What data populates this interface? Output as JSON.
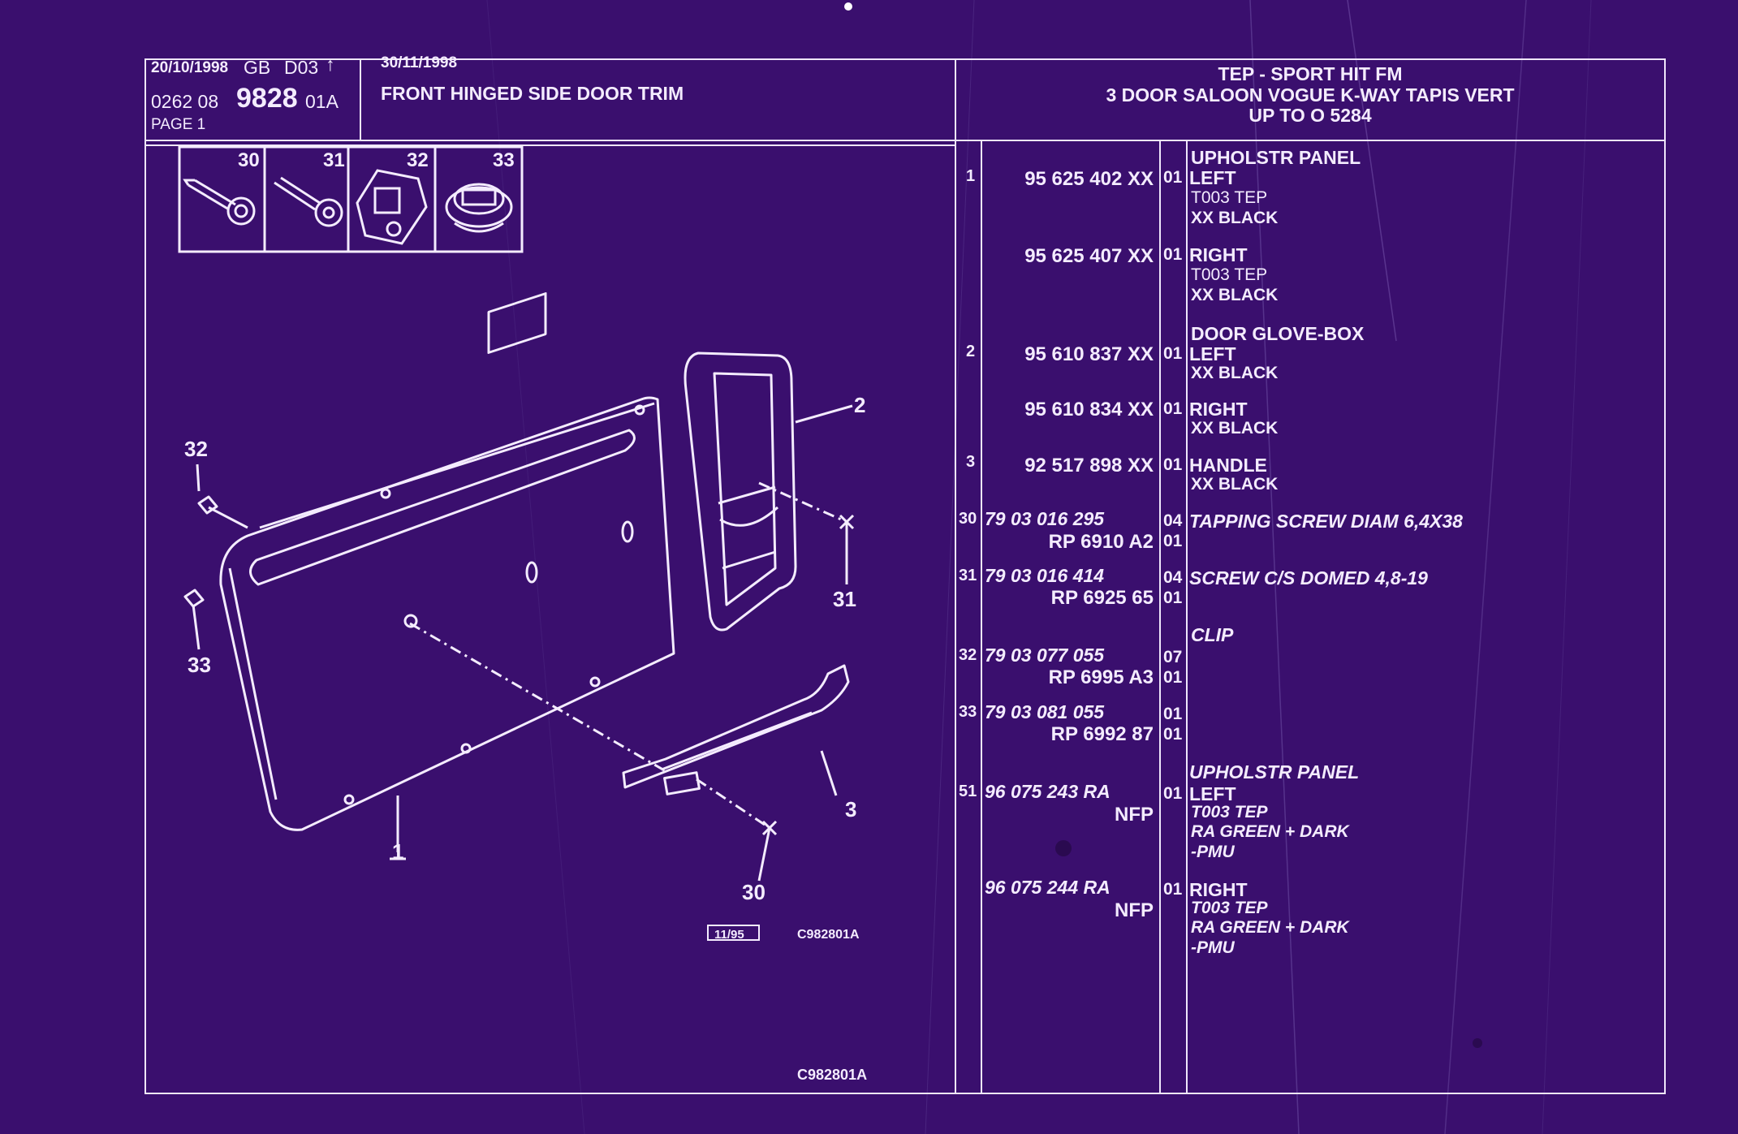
{
  "header": {
    "date1": "20/10/1998",
    "lang": "GB",
    "code": "D03",
    "arrow": "↑",
    "ref_prefix": "0262  08",
    "ref_big": "9828",
    "ref_suffix": "01A",
    "page": "PAGE  1",
    "date2": "30/11/1998",
    "title": "FRONT HINGED SIDE DOOR TRIM",
    "model_line1": "TEP - SPORT HIT FM",
    "model_line2": "3 DOOR SALOON VOGUE K-WAY TAPIS VERT",
    "model_line3": "UP  TO  O   5284"
  },
  "thumbnails": [
    "30",
    "31",
    "32",
    "33"
  ],
  "callouts": {
    "c1": "1",
    "c2": "2",
    "c3": "3",
    "c30": "30",
    "c31": "31",
    "c32": "32",
    "c33": "33",
    "edition": "11/95",
    "drawing_ref": "C982801A",
    "footer_ref": "C982801A"
  },
  "parts": {
    "r1_ref": "1",
    "r1_pn": "95 625 402 XX",
    "r1_qty": "01",
    "r1_h": "UPHOLSTR PANEL",
    "r1_d": "LEFT",
    "r1_l1": "T003 TEP",
    "r1_l2": "XX BLACK",
    "r1b_pn": "95 625 407 XX",
    "r1b_qty": "01",
    "r1b_d": "RIGHT",
    "r1b_l1": "T003 TEP",
    "r1b_l2": "XX BLACK",
    "r2_h": "DOOR GLOVE-BOX",
    "r2_ref": "2",
    "r2_pn": "95 610 837 XX",
    "r2_qty": "01",
    "r2_d": "LEFT",
    "r2_l1": "XX BLACK",
    "r2b_pn": "95 610 834 XX",
    "r2b_qty": "01",
    "r2b_d": "RIGHT",
    "r2b_l1": "XX BLACK",
    "r3_ref": "3",
    "r3_pn": "92 517 898 XX",
    "r3_qty": "01",
    "r3_d": "HANDLE",
    "r3_l1": "XX BLACK",
    "r30_ref": "30",
    "r30_pn": "79 03 016 295",
    "r30_qty": "04",
    "r30_d": "TAPPING SCREW DIAM 6,4X38",
    "r30_rp": "RP  6910 A2",
    "r30_qty2": "01",
    "r31_ref": "31",
    "r31_pn": "79 03 016 414",
    "r31_qty": "04",
    "r31_d": "SCREW C/S DOMED 4,8-19",
    "r31_rp": "RP  6925 65",
    "r31_qty2": "01",
    "r32_h": "CLIP",
    "r32_ref": "32",
    "r32_pn": "79 03 077 055",
    "r32_qty": "07",
    "r32_rp": "RP  6995 A3",
    "r32_qty2": "01",
    "r33_ref": "33",
    "r33_pn": "79 03 081 055",
    "r33_qty": "01",
    "r33_rp": "RP  6992 87",
    "r33_qty2": "01",
    "r51_h": "UPHOLSTR PANEL",
    "r51_ref": "51",
    "r51_pn": "96 075 243 RA",
    "r51_qty": "01",
    "r51_d": "LEFT",
    "r51_nfp": "NFP",
    "r51_l1": "T003 TEP",
    "r51_l2": "RA GREEN  +  DARK",
    "r51_l3": "-PMU",
    "r51b_pn": "96 075 244 RA",
    "r51b_qty": "01",
    "r51b_d": "RIGHT",
    "r51b_nfp": "NFP",
    "r51b_l1": "T003 TEP",
    "r51b_l2": "RA GREEN  +  DARK",
    "r51b_l3": "-PMU"
  },
  "colors": {
    "background": "#3a0f6e",
    "ink": "#f4ecff"
  }
}
